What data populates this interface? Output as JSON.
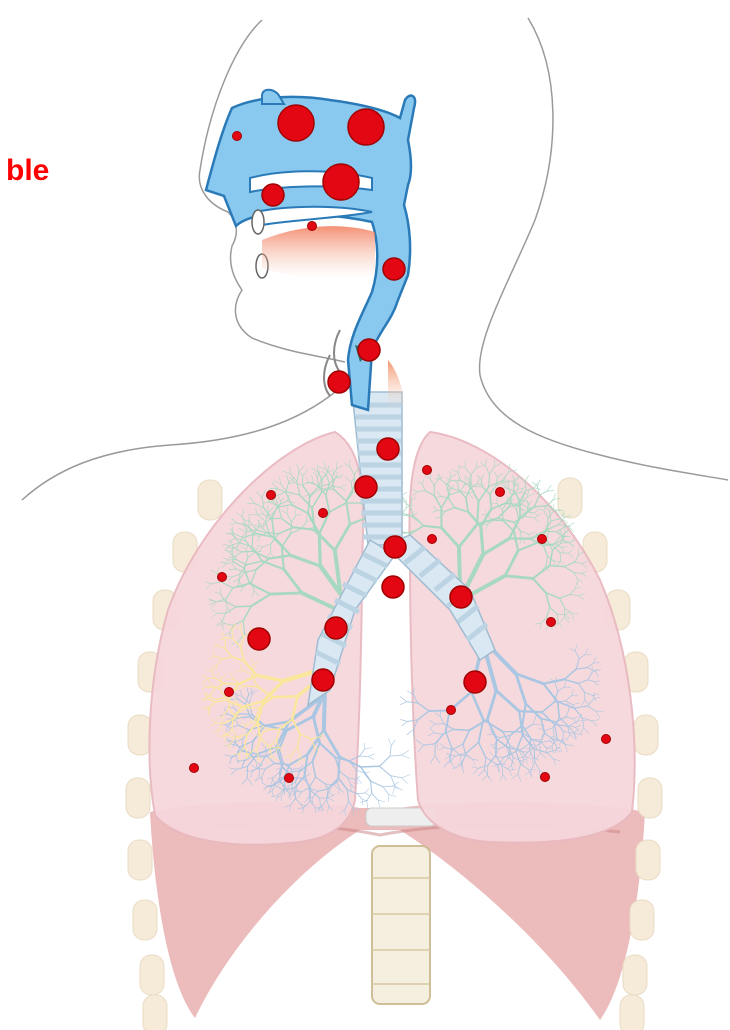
{
  "caption": {
    "text": "ble",
    "color": "#ff0000"
  },
  "colors": {
    "airway": "#89c9ef",
    "airway_outline": "#2a7ab8",
    "lung_fill": "#f6d7dc",
    "lung_outline": "#e8b9c0",
    "tree_green": "#a8d9c0",
    "tree_blue": "#a9c6e2",
    "tree_yellow": "#fae79b",
    "diaphragm": "#e5a4a4",
    "rib": "#f6ead9",
    "trachea_ring": "#bcd3e3",
    "outline": "#9a9a9a",
    "marker_fill": "#e30613",
    "marker_stroke": "#a00000"
  },
  "markers": [
    {
      "region": "nasal-cavity-upper-left",
      "size": "large"
    },
    {
      "region": "nasal-cavity-upper-right",
      "size": "large"
    },
    {
      "region": "nose-tip",
      "size": "small"
    },
    {
      "region": "nasal-cavity-lower-left",
      "size": "medium"
    },
    {
      "region": "nasal-cavity-lower-right",
      "size": "large"
    },
    {
      "region": "palate",
      "size": "small"
    },
    {
      "region": "pharynx",
      "size": "medium"
    },
    {
      "region": "larynx-upper",
      "size": "medium"
    },
    {
      "region": "larynx-lower",
      "size": "medium"
    },
    {
      "region": "trachea-upper",
      "size": "medium"
    },
    {
      "region": "trachea-middle",
      "size": "medium"
    },
    {
      "region": "trachea-lower",
      "size": "medium"
    },
    {
      "region": "carina",
      "size": "medium"
    },
    {
      "region": "left-main-bronchus",
      "size": "medium"
    },
    {
      "region": "left-bronchus-lower",
      "size": "medium"
    },
    {
      "region": "right-main-bronchus",
      "size": "medium"
    },
    {
      "region": "right-bronchus-lower",
      "size": "medium"
    },
    {
      "region": "left-lung-upper-1",
      "size": "small"
    },
    {
      "region": "left-lung-upper-2",
      "size": "small"
    },
    {
      "region": "left-lung-upper-3",
      "size": "small"
    },
    {
      "region": "left-lung-middle",
      "size": "medium"
    },
    {
      "region": "left-lung-yellow-zone",
      "size": "small"
    },
    {
      "region": "left-lung-lower-1",
      "size": "small"
    },
    {
      "region": "left-lung-lower-2",
      "size": "small"
    },
    {
      "region": "right-lung-upper-1",
      "size": "small"
    },
    {
      "region": "right-lung-upper-2",
      "size": "small"
    },
    {
      "region": "right-lung-upper-3",
      "size": "small"
    },
    {
      "region": "right-lung-upper-4",
      "size": "small"
    },
    {
      "region": "right-lung-middle",
      "size": "small"
    },
    {
      "region": "right-lung-lower-1",
      "size": "small"
    },
    {
      "region": "right-lung-lower-2",
      "size": "small"
    },
    {
      "region": "right-lung-lower-3",
      "size": "small"
    }
  ]
}
